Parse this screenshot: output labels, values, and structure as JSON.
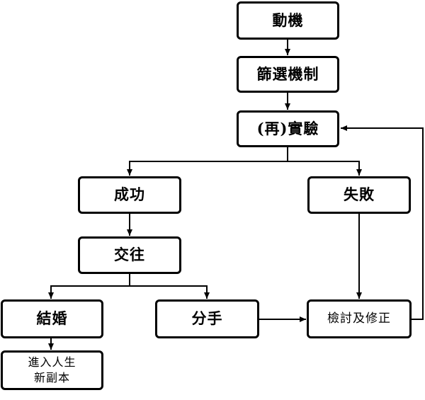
{
  "diagram": {
    "nodes": {
      "motive": "動機",
      "screening": "篩選機制",
      "experiment": "(再)實驗",
      "success": "成功",
      "failure": "失敗",
      "dating": "交往",
      "marriage": "結婚",
      "breakup": "分手",
      "review": "檢討及修正",
      "new_chapter_line1": "進入人生",
      "new_chapter_line2": "新副本"
    }
  }
}
